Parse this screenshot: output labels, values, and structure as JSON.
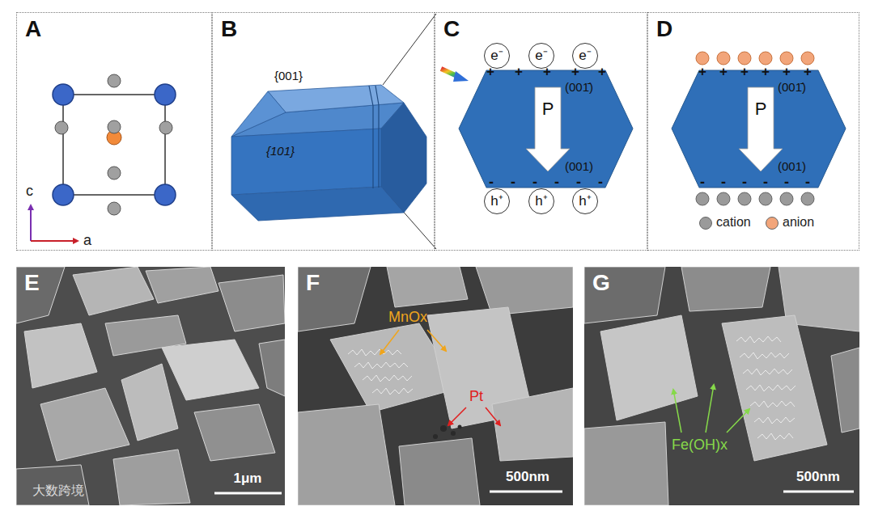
{
  "diagram": {
    "nodes": [
      {
        "text": [
          "A"
        ]
      },
      {
        "text": [
          "B"
        ]
      },
      {
        "text": [
          "{001}",
          "{101}"
        ],
        "in": 1
      },
      {
        "text": [
          "C"
        ]
      },
      {
        "text": [
          "e⁻"
        ],
        "in": 3
      },
      {
        "text": [
          "e⁻"
        ],
        "in": 3
      },
      {
        "text": [
          "e⁻"
        ],
        "in": 3
      },
      {
        "text": [
          "(001̄)",
          "P",
          "(001)"
        ],
        "in": 3
      },
      {
        "text": [
          "h⁺"
        ],
        "in": 3
      },
      {
        "text": [
          "h⁺"
        ],
        "in": 3
      },
      {
        "text": [
          "h⁺"
        ],
        "in": 3
      },
      {
        "text": [
          "D"
        ]
      },
      {
        "text": [
          "(001̄)",
          "P",
          "(001)"
        ],
        "in": 11
      },
      {
        "text": [
          "E"
        ]
      },
      {
        "text": [
          "F"
        ]
      },
      {
        "text": [
          "G"
        ]
      }
    ],
    "edges": [
      {
        "from": 2,
        "to": 3,
        "arrow": "none"
      }
    ],
    "labels": [
      "c",
      "a",
      "+",
      "+",
      "+",
      "+",
      "+",
      "-",
      "-",
      "-",
      "-",
      "-",
      "-",
      "+",
      "+",
      "+",
      "+",
      "+",
      "+",
      "-",
      "-",
      "-",
      "-",
      "-",
      "-",
      "MnOx",
      "Pt",
      "Fe(OH)x",
      "1μm",
      "500nm",
      "500nm",
      "大数跨境"
    ],
    "legend": [
      {
        "text": "cation",
        "color": "#9a9a9a"
      },
      {
        "text": "anion",
        "color": "#f2a57a"
      }
    ]
  }
}
